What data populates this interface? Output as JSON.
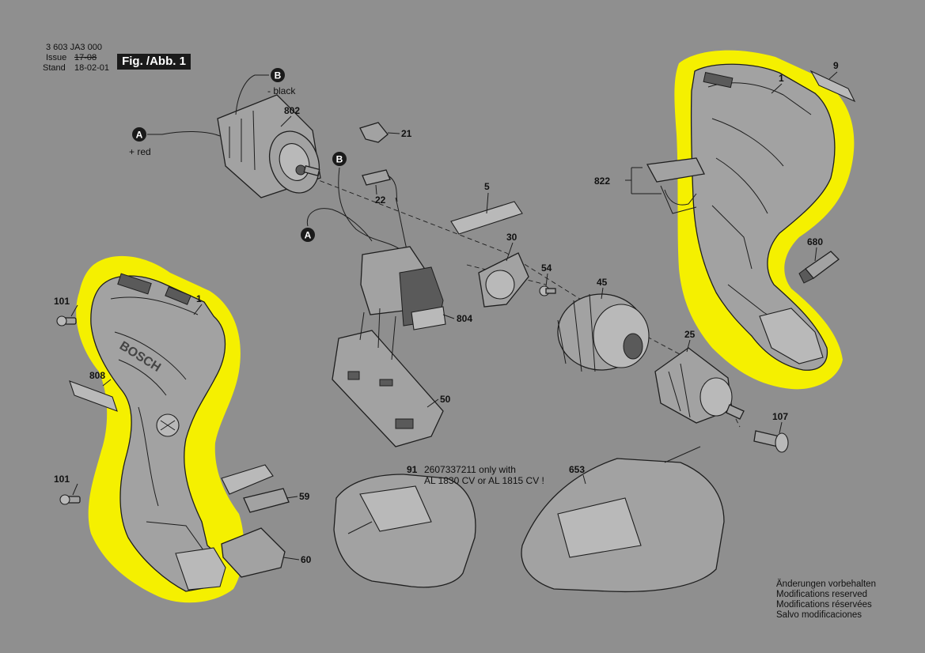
{
  "header": {
    "doc_number": "3 603 JA3 000",
    "issue_label": "Issue",
    "issue_value": "17-08",
    "stand_label": "Stand",
    "stand_value": "18-02-01",
    "figure_label": "Fig. /Abb. 1"
  },
  "connectors": {
    "a_mark": "A",
    "b_mark": "B",
    "b_note": "- black",
    "a_note": "+ red"
  },
  "parts": {
    "p1_left": "1",
    "p1_right": "1",
    "p5": "5",
    "p9": "9",
    "p21": "21",
    "p22": "22",
    "p25": "25",
    "p30": "30",
    "p45": "45",
    "p50": "50",
    "p54": "54",
    "p59": "59",
    "p60": "60",
    "p91": "91",
    "p101_top": "101",
    "p101_bottom": "101",
    "p107": "107",
    "p653": "653",
    "p680": "680",
    "p802": "802",
    "p804": "804",
    "p808": "808",
    "p822": "822"
  },
  "battery_note_line1": "2607337211 only with",
  "battery_note_line2": "AL 1830 CV or AL 1815 CV !",
  "brand_text": "BOSCH",
  "footer": {
    "line1": "Änderungen vorbehalten",
    "line2": "Modifications reserved",
    "line3": "Modifications réservées",
    "line4": "Salvo modificaciones"
  }
}
